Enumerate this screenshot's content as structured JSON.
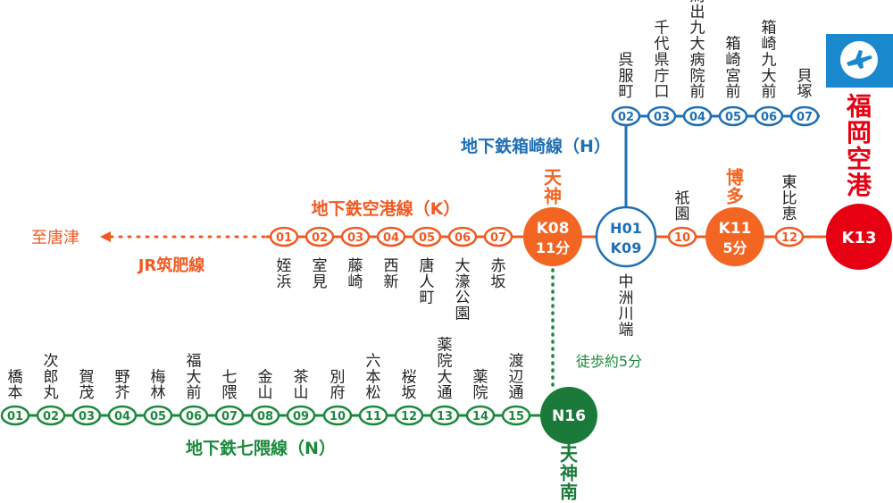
{
  "colors": {
    "airport_line": "#f05a22",
    "airport_big": "#f26522",
    "hakozaki_line": "#1f6fb5",
    "nanakuma_line": "#1a8a3a",
    "nanakuma_big": "#1b7a3a",
    "airport_terminal": "#e60012",
    "walk_dots": "#1a8a3a",
    "airport_logo_bg": "#1a88cc"
  },
  "lines": {
    "airport": {
      "name": "地下鉄空港線（K）",
      "small_stations": [
        {
          "code": "01",
          "name": "姪浜"
        },
        {
          "code": "02",
          "name": "室見"
        },
        {
          "code": "03",
          "name": "藤崎"
        },
        {
          "code": "04",
          "name": "西新"
        },
        {
          "code": "05",
          "name": "唐人町"
        },
        {
          "code": "06",
          "name": "大濠公園"
        },
        {
          "code": "07",
          "name": "赤坂"
        }
      ],
      "tenjin": {
        "name": "天神",
        "code": "K08",
        "time": "11分"
      },
      "nakasu": {
        "code_h": "H01",
        "code_k": "K09",
        "name": "中洲川端"
      },
      "gion": {
        "code": "10",
        "name": "祇園"
      },
      "hakata": {
        "name": "博多",
        "code": "K11",
        "time": "5分"
      },
      "higashihie": {
        "code": "12",
        "name": "東比恵"
      },
      "airport_station": {
        "code": "K13",
        "name": "福岡空港"
      }
    },
    "hakozaki": {
      "name": "地下鉄箱崎線（H）",
      "stations": [
        {
          "code": "02",
          "name": "呉服町"
        },
        {
          "code": "03",
          "name": "千代県庁口"
        },
        {
          "code": "04",
          "name": "馬出九大病院前"
        },
        {
          "code": "05",
          "name": "箱崎宮前"
        },
        {
          "code": "06",
          "name": "箱崎九大前"
        },
        {
          "code": "07",
          "name": "貝塚"
        }
      ]
    },
    "nanakuma": {
      "name": "地下鉄七隈線（N）",
      "stations": [
        {
          "code": "01",
          "name": "橋本"
        },
        {
          "code": "02",
          "name": "次郎丸"
        },
        {
          "code": "03",
          "name": "賀茂"
        },
        {
          "code": "04",
          "name": "野芥"
        },
        {
          "code": "05",
          "name": "梅林"
        },
        {
          "code": "06",
          "name": "福大前"
        },
        {
          "code": "07",
          "name": "七隈"
        },
        {
          "code": "08",
          "name": "金山"
        },
        {
          "code": "09",
          "name": "茶山"
        },
        {
          "code": "10",
          "name": "別府"
        },
        {
          "code": "11",
          "name": "六本松"
        },
        {
          "code": "12",
          "name": "桜坂"
        },
        {
          "code": "13",
          "name": "薬院大通"
        },
        {
          "code": "14",
          "name": "薬院"
        },
        {
          "code": "15",
          "name": "渡辺通"
        }
      ],
      "terminal": {
        "code": "N16",
        "name": "天神南"
      }
    }
  },
  "jr": {
    "destination": "至唐津",
    "line_name": "JR筑肥線"
  },
  "walk": {
    "label": "徒歩約5分"
  },
  "logo": {
    "icon": "airplane-icon"
  }
}
